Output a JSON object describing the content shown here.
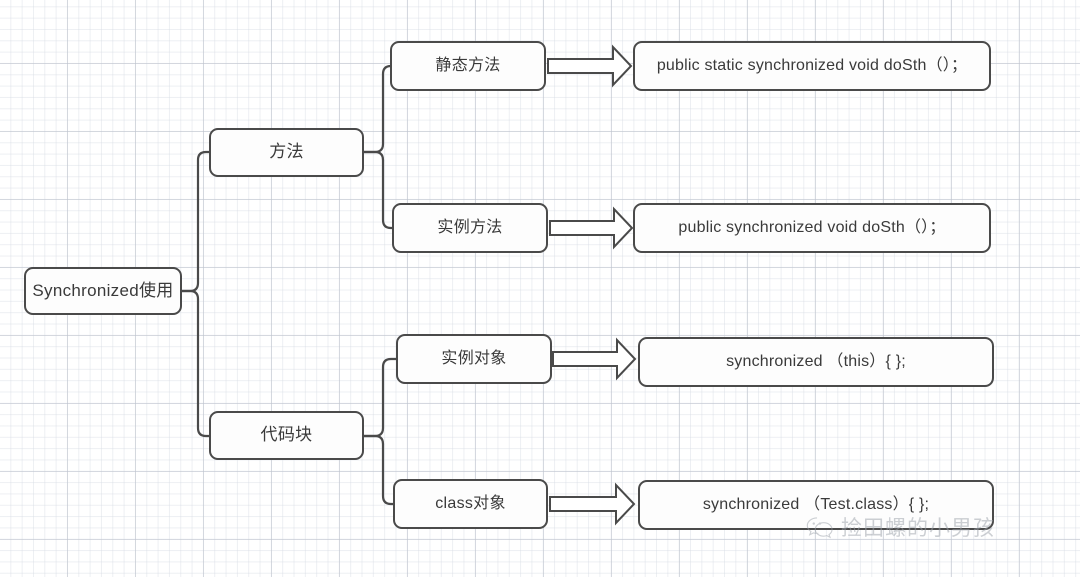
{
  "diagram": {
    "type": "mind-map",
    "title": "Synchronized使用",
    "root": {
      "label": "Synchronized使用"
    },
    "branches": [
      {
        "label": "方法",
        "children": [
          {
            "label": "静态方法",
            "code": "public static  synchronized void doSth（）；"
          },
          {
            "label": "实例方法",
            "code": "public  synchronized void doSth（）；"
          }
        ]
      },
      {
        "label": "代码块",
        "children": [
          {
            "label": "实例对象",
            "code": "synchronized （this）{ };"
          },
          {
            "label": "class对象",
            "code": "synchronized （Test.class）{ };"
          }
        ]
      }
    ]
  },
  "watermark": {
    "text": "捡田螺的小男孩",
    "icon": "wechat-icon"
  },
  "colors": {
    "node_border": "#4a4a4a",
    "node_fill": "#fdfdfd",
    "text": "#3a3a3a",
    "connector": "#4a4a4a",
    "grid_major": "#bec3cd",
    "grid_minor": "#d7dce4",
    "background": "#ffffff",
    "watermark": "#9aa0a8"
  }
}
